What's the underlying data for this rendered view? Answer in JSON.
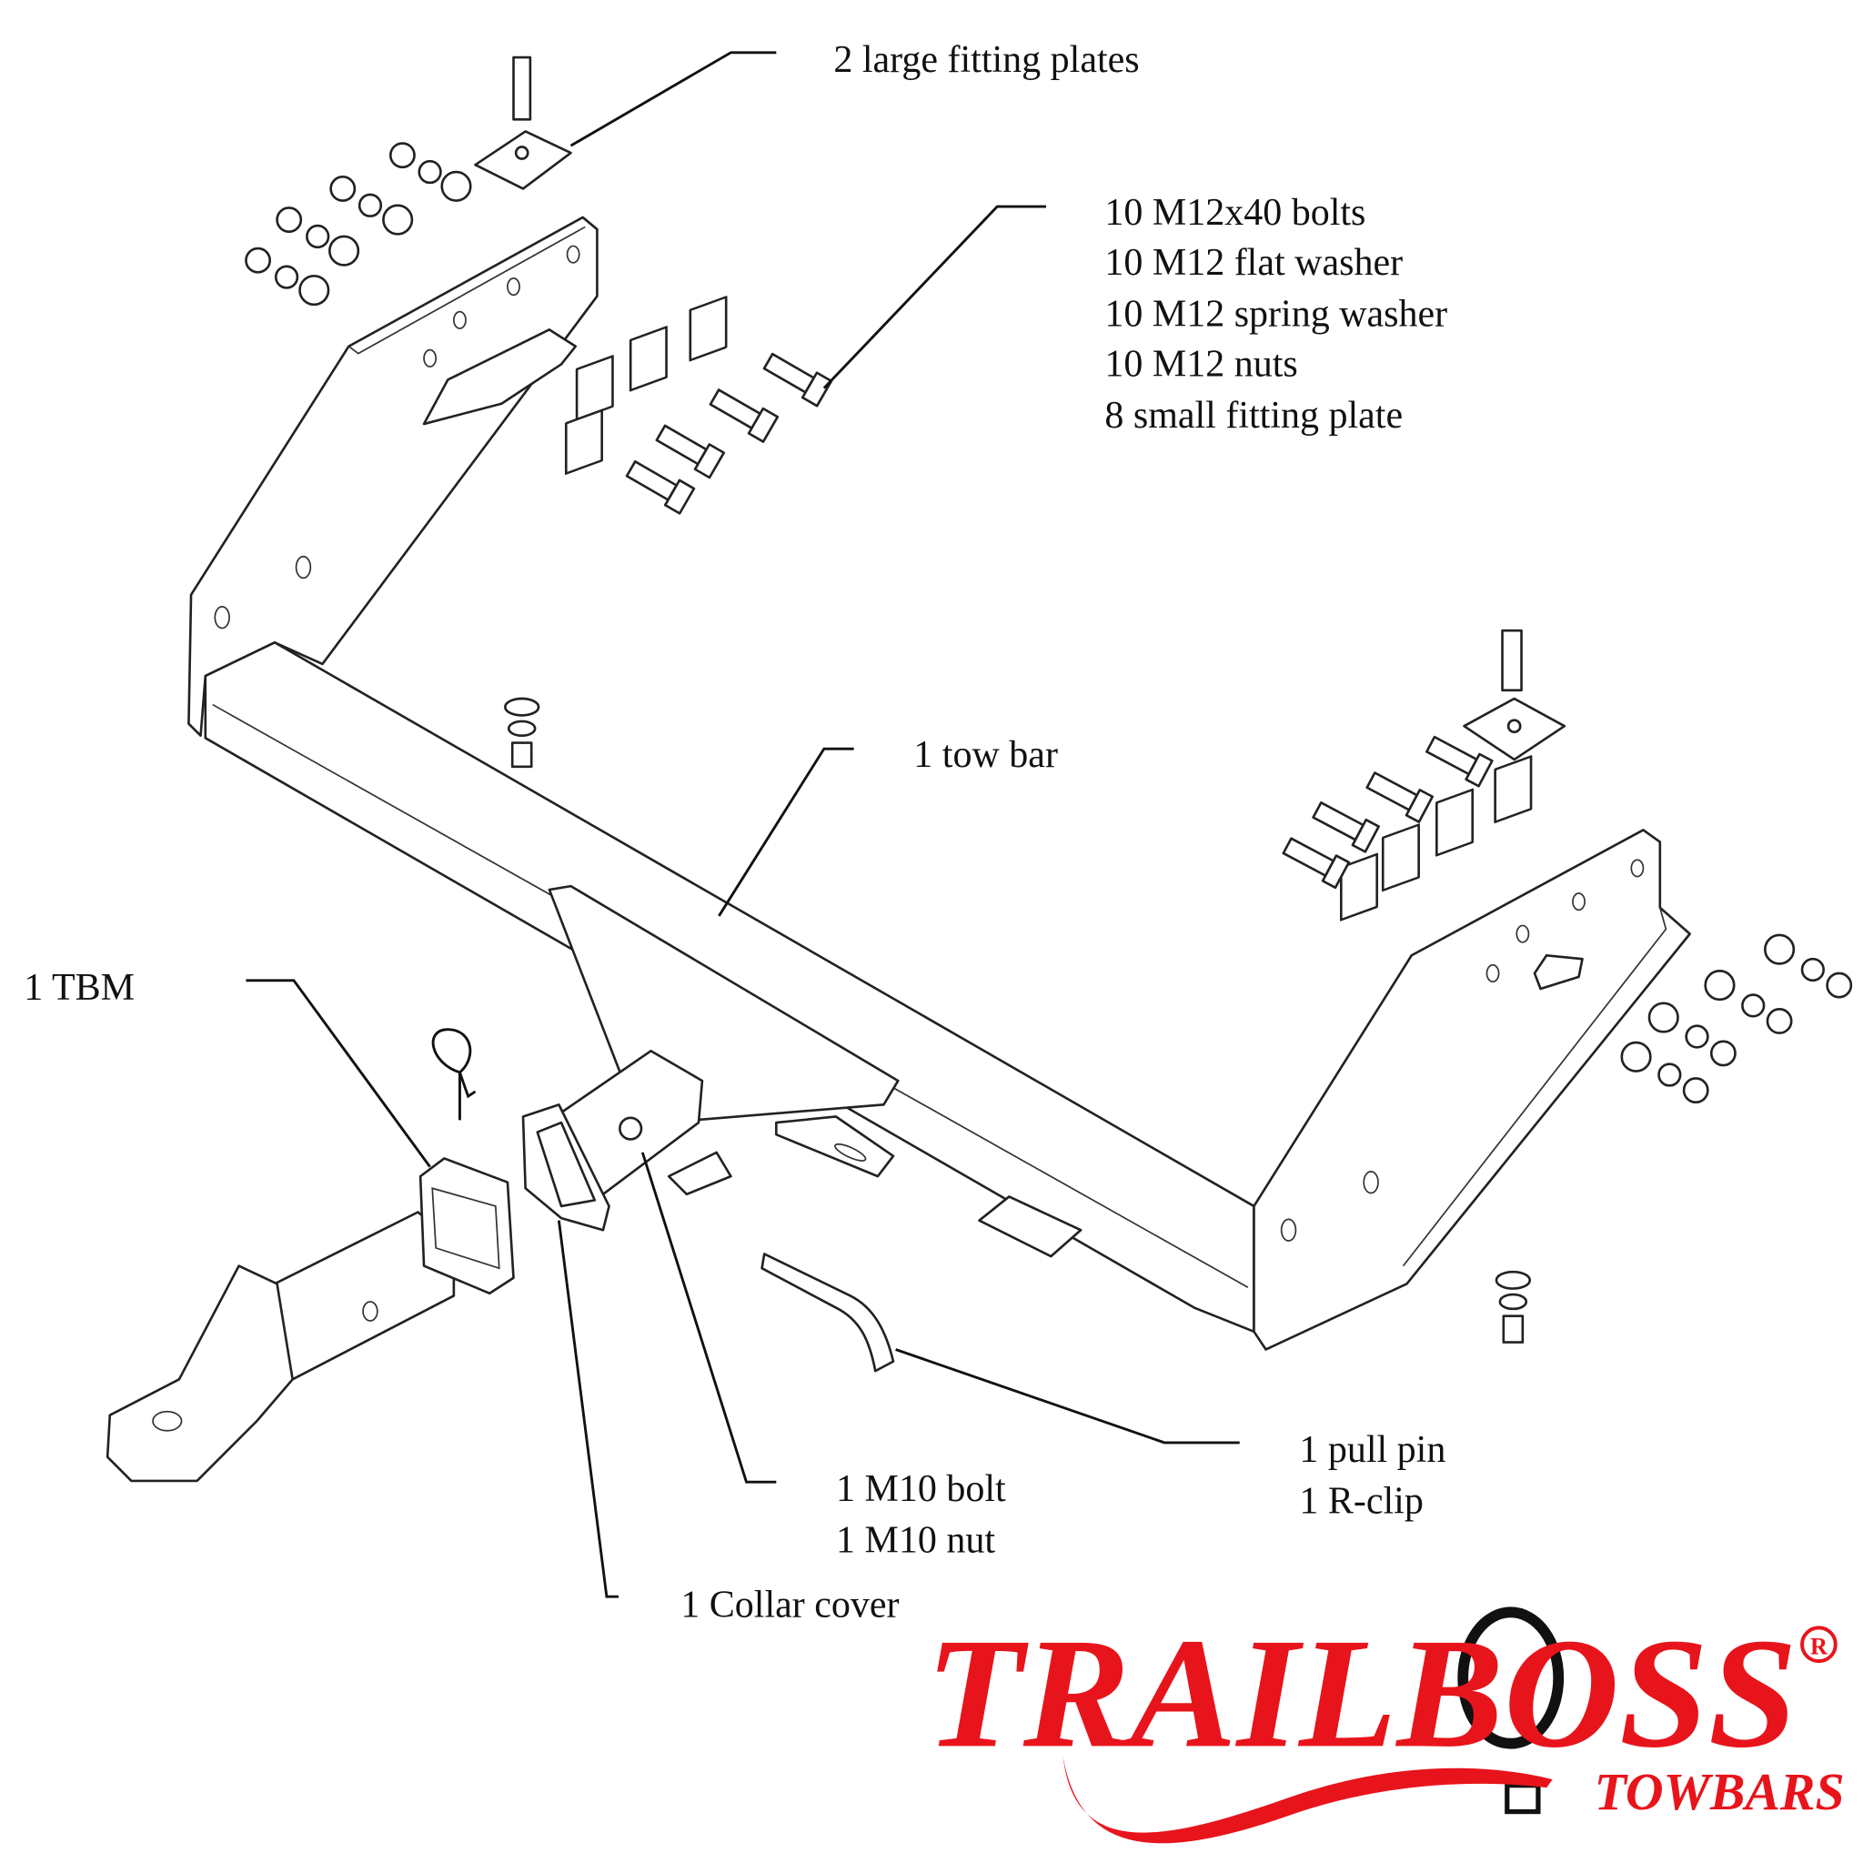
{
  "labels": {
    "large_plates": "2 large fitting plates",
    "hardware": [
      "10 M12x40 bolts",
      "10 M12 flat washer",
      "10 M12 spring washer",
      "10 M12 nuts",
      "8 small fitting plate"
    ],
    "tow_bar": "1 tow bar",
    "tbm": "1 TBM",
    "pull_pin": "1 pull pin",
    "r_clip": "1 R-clip",
    "m10_bolt": "1 M10 bolt",
    "m10_nut": "1 M10 nut",
    "collar_cover": "1 Collar cover"
  },
  "logo": {
    "brand": "TRAILBOSS",
    "sub": "TOWBARS",
    "registered": "R",
    "color": "#e8141b"
  }
}
